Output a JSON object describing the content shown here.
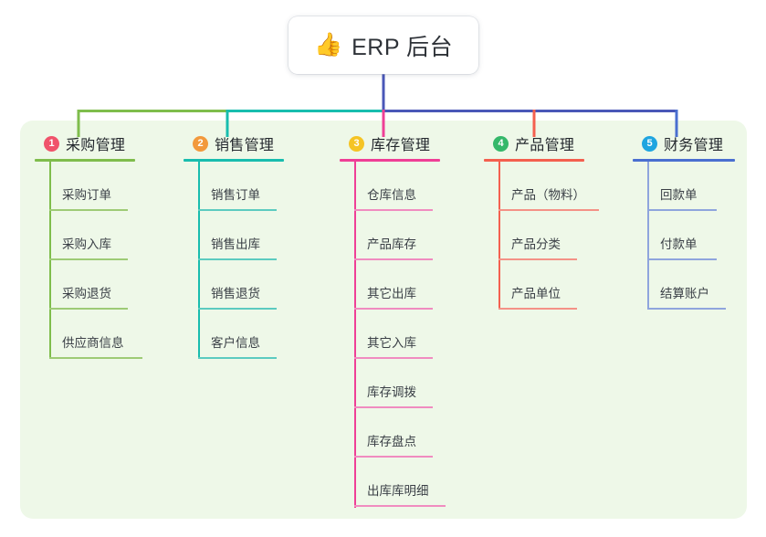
{
  "diagram": {
    "type": "mind-map",
    "root": {
      "icon": "thumbs-up-emoji",
      "emoji": "👍",
      "title": "ERP 后台"
    },
    "panel_color": "#eef8e8",
    "branches": [
      {
        "index": "1",
        "title": "采购管理",
        "badge_color": "#f0536b",
        "line_color": "#7fbd4c",
        "leaf_rule_color": "#9ecb76",
        "items": [
          "采购订单",
          "采购入库",
          "采购退货",
          "供应商信息"
        ]
      },
      {
        "index": "2",
        "title": "销售管理",
        "badge_color": "#f2993c",
        "line_color": "#18bdae",
        "leaf_rule_color": "#5ccbc0",
        "items": [
          "销售订单",
          "销售出库",
          "销售退货",
          "客户信息"
        ]
      },
      {
        "index": "3",
        "title": "库存管理",
        "badge_color": "#f5c424",
        "line_color": "#ef3f96",
        "leaf_rule_color": "#f08cc0",
        "items": [
          "仓库信息",
          "产品库存",
          "其它出库",
          "其它入库",
          "库存调拨",
          "库存盘点",
          "出库库明细"
        ]
      },
      {
        "index": "4",
        "title": "产品管理",
        "badge_color": "#35b86a",
        "line_color": "#f4604f",
        "leaf_rule_color": "#f49287",
        "items": [
          "产品（物料）",
          "产品分类",
          "产品单位"
        ]
      },
      {
        "index": "5",
        "title": "财务管理",
        "badge_color": "#1fa5e0",
        "line_color": "#4a6fd0",
        "leaf_rule_color": "#8fa5dd",
        "items": [
          "回款单",
          "付款单",
          "结算账户"
        ]
      }
    ],
    "connectors": {
      "root_stem_color": "#4a57b8",
      "segments": [
        {
          "name": "trunk-1-to-2",
          "color": "#7fbd4c"
        },
        {
          "name": "trunk-2-to-3",
          "color": "#18bdae"
        },
        {
          "name": "trunk-3-to-5",
          "color": "#4a57b8"
        }
      ],
      "drops": [
        {
          "name": "drop-branch-1",
          "color": "#7fbd4c"
        },
        {
          "name": "drop-branch-2",
          "color": "#18bdae"
        },
        {
          "name": "drop-branch-3",
          "color": "#ef3f96"
        },
        {
          "name": "drop-branch-4",
          "color": "#f4604f"
        },
        {
          "name": "drop-branch-5",
          "color": "#4a6fd0"
        }
      ]
    }
  }
}
